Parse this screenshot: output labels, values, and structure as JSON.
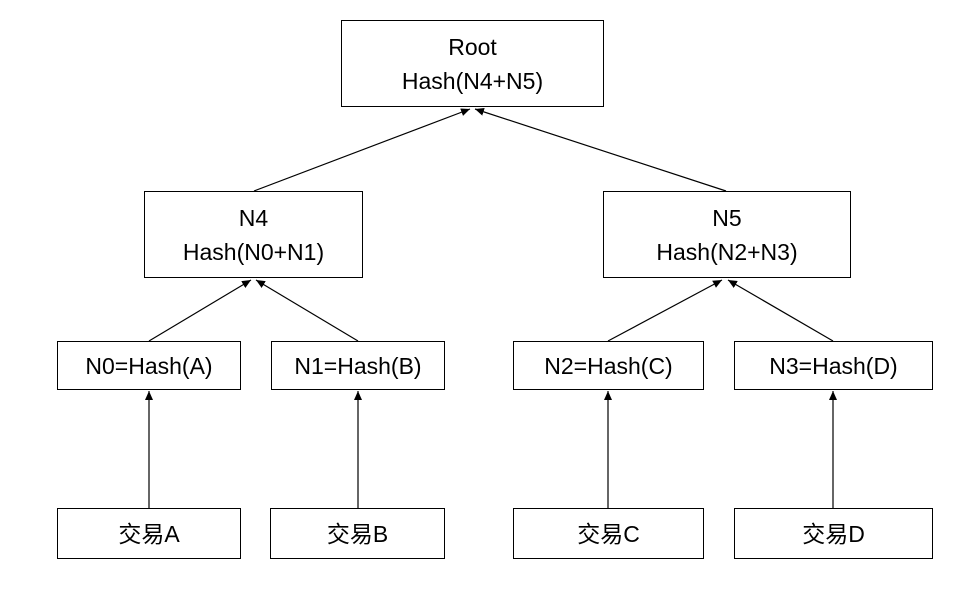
{
  "diagram": {
    "root": {
      "name": "Root",
      "hash": "Hash(N4+N5)"
    },
    "n4": {
      "name": "N4",
      "hash": "Hash(N0+N1)"
    },
    "n5": {
      "name": "N5",
      "hash": "Hash(N2+N3)"
    },
    "n0": {
      "label": "N0=Hash(A)"
    },
    "n1": {
      "label": "N1=Hash(B)"
    },
    "n2": {
      "label": "N2=Hash(C)"
    },
    "n3": {
      "label": "N3=Hash(D)"
    },
    "tx_a": {
      "label": "交易A"
    },
    "tx_b": {
      "label": "交易B"
    },
    "tx_c": {
      "label": "交易C"
    },
    "tx_d": {
      "label": "交易D"
    }
  }
}
